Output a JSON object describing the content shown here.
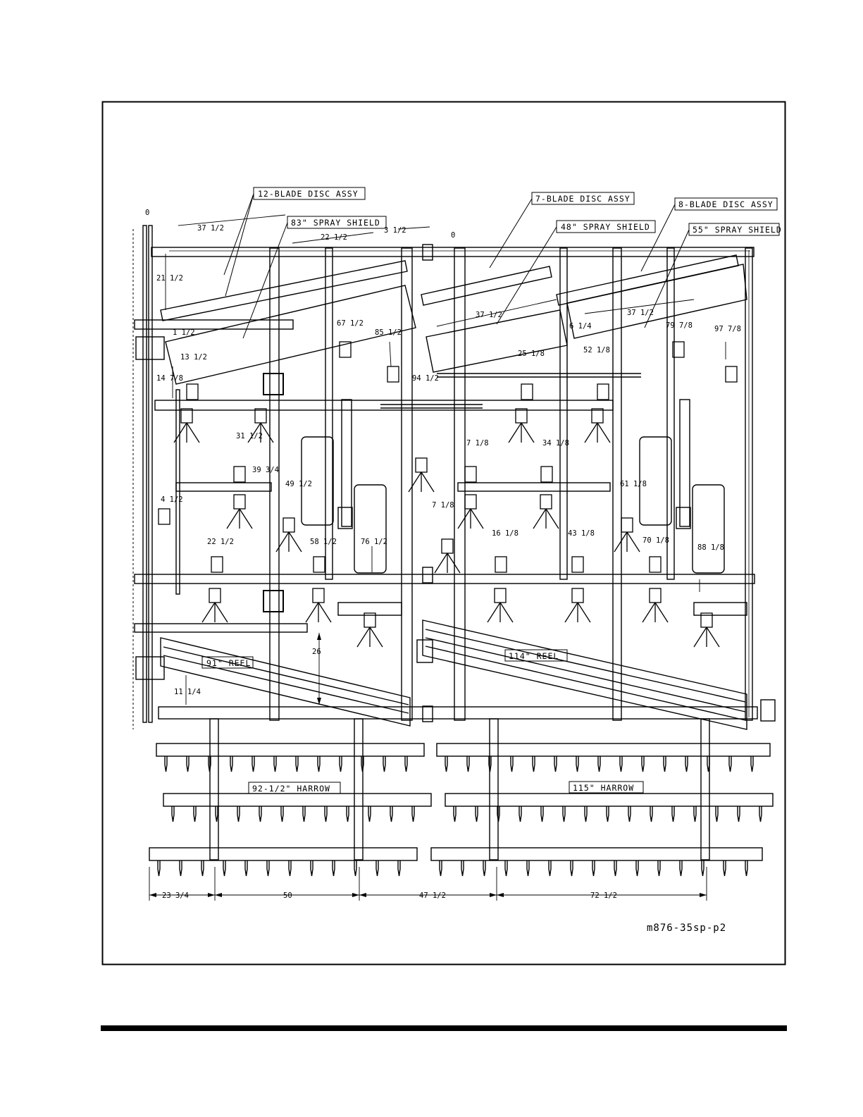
{
  "callouts": {
    "disc12": "12-BLADE DISC ASSY",
    "shield83": "83\" SPRAY SHIELD",
    "disc7": "7-BLADE DISC ASSY",
    "shield48": "48\" SPRAY SHIELD",
    "disc8": "8-BLADE DISC ASSY",
    "shield55": "55\" SPRAY SHIELD",
    "reel91": "91\" REEL",
    "reel114": "114\" REEL",
    "harrow92": "92-1/2\" HARROW",
    "harrow115": "115\" HARROW"
  },
  "dimensions": {
    "d0a": "0",
    "d0b": "0",
    "d37a": "37 1/2",
    "d22a": "22 1/2",
    "d3a": "3 1/2",
    "d21": "21 1/2",
    "d1a": "1 1/2",
    "d14": "14 7/8",
    "d13": "13 1/2",
    "d67": "67 1/2",
    "d85": "85 1/2",
    "d94": "94 1/2",
    "d37b": "37 1/2",
    "d25": "25 1/8",
    "d6": "6 1/4",
    "d52": "52 1/8",
    "d37c": "37 1/2",
    "d79": "79 7/8",
    "d97": "97 7/8",
    "d31": "31 1/2",
    "d39": "39 3/4",
    "d49": "49 1/2",
    "d4": "4 1/2",
    "d22b": "22 1/2",
    "d58": "58 1/2",
    "d76": "76 1/2",
    "d7a": "7 1/8",
    "d7b": "7 1/8",
    "d16": "16 1/8",
    "d34": "34 1/8",
    "d43": "43 1/8",
    "d61": "61 1/8",
    "d70": "70 1/8",
    "d88": "88 1/8",
    "d26": "26",
    "d11": "11 1/4",
    "b23": "23 3/4",
    "b50": "50",
    "b47": "47 1/2",
    "b72": "72 1/2"
  },
  "drawing_number": "m876-35sp-p2"
}
